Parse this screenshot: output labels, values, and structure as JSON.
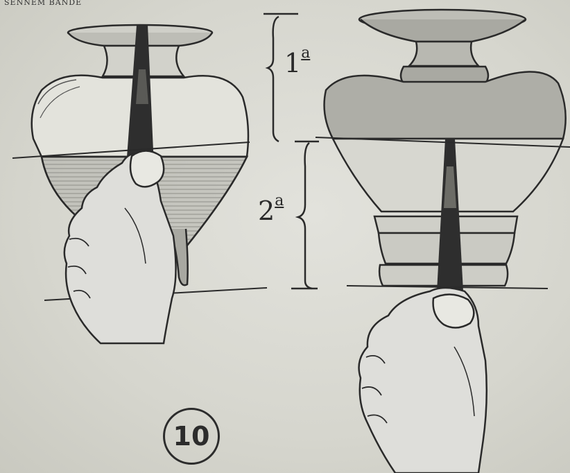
{
  "header": {
    "fragment": "SENNEM BANDE"
  },
  "labels": {
    "part1_main": "1",
    "part1_sup": "a",
    "part2_main": "2",
    "part2_sup": "a"
  },
  "figure": {
    "number": "10"
  },
  "colors": {
    "ink": "#2a2a2a",
    "paper": "#dcdcd5",
    "shade": "#a9a9a2"
  }
}
